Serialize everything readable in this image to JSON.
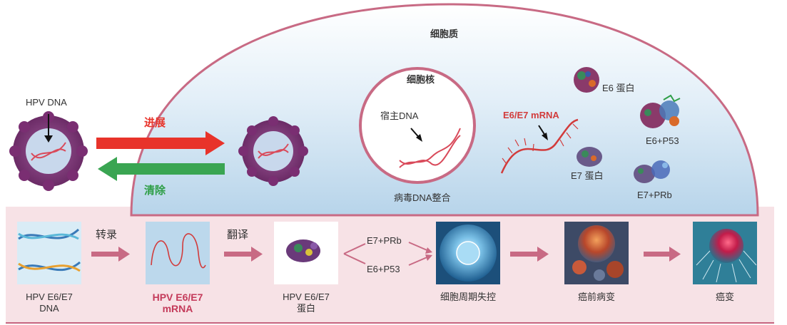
{
  "cell": {
    "cytoplasm_label": "细胞质",
    "nucleus_label": "细胞核",
    "host_dna_label": "宿主DNA",
    "integration_label": "病毒DNA整合",
    "mrna_label": "E6/E7 mRNA",
    "e6_protein_label": "E6 蛋白",
    "e7_protein_label": "E7 蛋白",
    "e6_p53_label": "E6+P53",
    "e7_prb_label": "E7+PRb"
  },
  "left": {
    "hpv_dna_label": "HPV DNA",
    "progress_label": "进展",
    "clear_label": "清除"
  },
  "pathway": {
    "step1": [
      "HPV E6/E7",
      "DNA"
    ],
    "transcription_label": "转录",
    "step2": [
      "HPV E6/E7",
      "mRNA"
    ],
    "translation_label": "翻译",
    "step3": [
      "HPV E6/E7",
      "蛋白"
    ],
    "branch_top": "E7+PRb",
    "branch_bottom": "E6+P53",
    "step4": "细胞周期失控",
    "step5": "癌前病变",
    "step6": "癌变"
  },
  "colors": {
    "cell_outline": "#c86a84",
    "cytoplasm_fill": "#bcd8ec",
    "band_fill": "#f7e2e6",
    "arrow_pink": "#c86a84",
    "progress_red": "#e8332a",
    "clear_green": "#3aa552",
    "mrna_red": "#d23b3b"
  }
}
